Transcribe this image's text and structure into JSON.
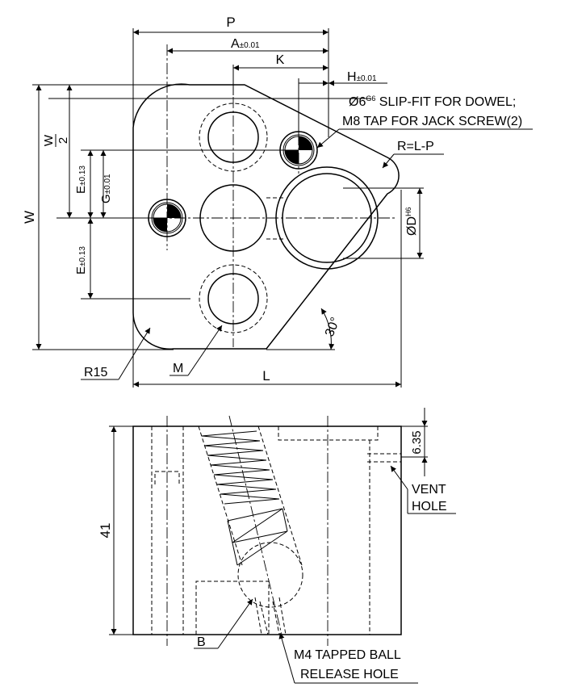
{
  "top_view": {
    "dim_P": "P",
    "dim_A": "A",
    "dim_A_tol": "±0.01",
    "dim_K": "K",
    "dim_H": "H",
    "dim_H_tol": "±0.01",
    "note_dowel_line1_prefix": "Ø6",
    "note_dowel_line1_sup": "G6",
    "note_dowel_line1_suffix": " SLIP-FIT FOR DOWEL;",
    "note_dowel_line2": "M8 TAP FOR JACK SCREW(2)",
    "dim_R": "R=L-P",
    "dim_W": "W",
    "dim_W2_num": "W",
    "dim_W2_den": "2",
    "dim_E_upper": "E",
    "dim_E_upper_tol": "±0.13",
    "dim_G": "G",
    "dim_G_tol": "±0.01",
    "dim_E_lower": "E",
    "dim_E_lower_tol": "±0.13",
    "dim_D_prefix": "ØD",
    "dim_D_sup": "H6",
    "dim_angle": "30°",
    "dim_R15": "R15",
    "dim_M": "M",
    "dim_L": "L"
  },
  "side_view": {
    "dim_6_35": "6.35",
    "note_vent_line1": "VENT",
    "note_vent_line2": "HOLE",
    "dim_41": "41",
    "dim_B": "B",
    "note_ball_line1": "M4 TAPPED BALL",
    "note_ball_line2": "RELEASE HOLE"
  }
}
